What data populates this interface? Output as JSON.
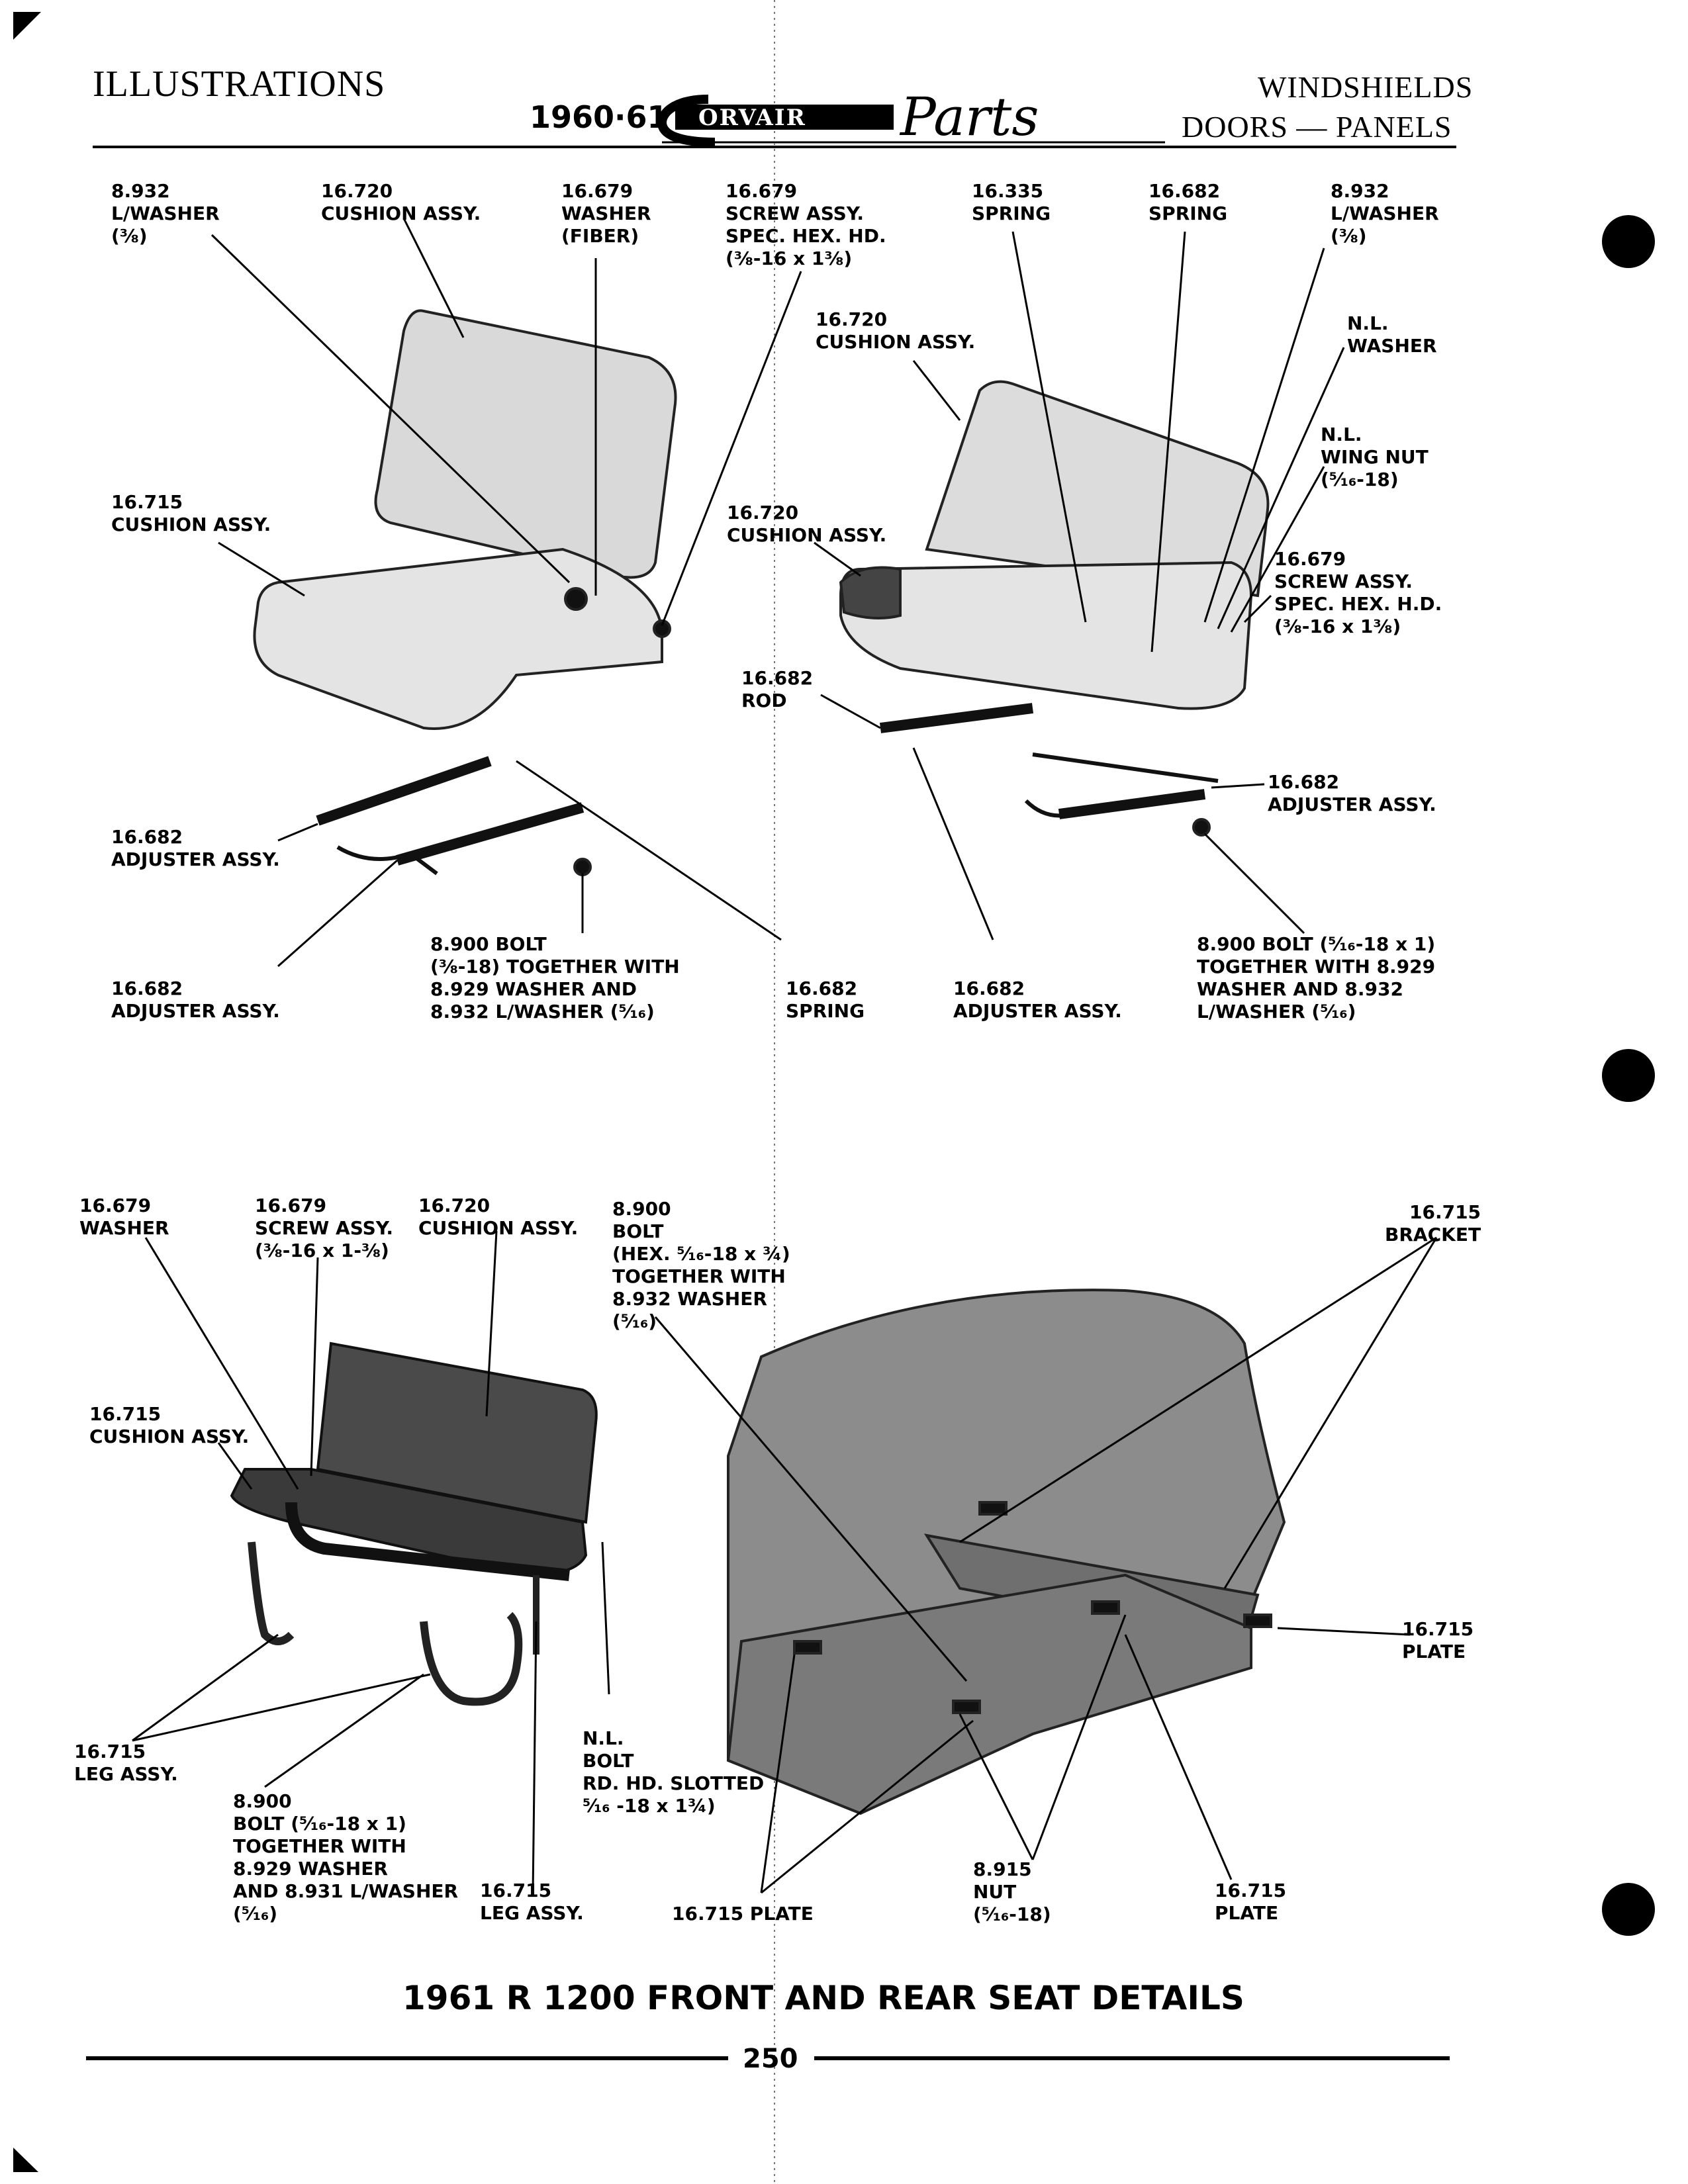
{
  "header": {
    "section": "ILLUSTRATIONS",
    "year": "1960·61",
    "brand": "ORVAIR",
    "brand_script": "Parts",
    "topic_line1": "WINDSHIELDS",
    "topic_line2": "DOORS — PANELS"
  },
  "labels": {
    "a": [
      "8.932",
      "L/WASHER",
      "(⅜)"
    ],
    "b": [
      "16.720",
      "CUSHION ASSY."
    ],
    "c": [
      "16.679",
      "WASHER",
      "(FIBER)"
    ],
    "d": [
      "16.679",
      "SCREW ASSY.",
      "SPEC. HEX. HD.",
      "(⅜-16 x 1⅜)"
    ],
    "e": [
      "16.335",
      "SPRING"
    ],
    "f": [
      "16.682",
      "SPRING"
    ],
    "g": [
      "8.932",
      "L/WASHER",
      "(⅜)"
    ],
    "h": [
      "16.720",
      "CUSHION ASSY."
    ],
    "i": [
      "N.L.",
      "WASHER"
    ],
    "j": [
      "N.L.",
      "WING NUT",
      "(⁵⁄₁₆-18)"
    ],
    "k": [
      "16.715",
      "CUSHION ASSY."
    ],
    "l": [
      "16.720",
      "CUSHION ASSY."
    ],
    "m": [
      "16.679",
      "SCREW ASSY.",
      "SPEC. HEX. H.D.",
      "(⅜-16 x 1⅜)"
    ],
    "n": [
      "16.682",
      "ROD"
    ],
    "o": [
      "16.682",
      "ADJUSTER ASSY."
    ],
    "p": [
      "16.682",
      "ADJUSTER ASSY."
    ],
    "q": [
      "8.900 BOLT",
      "(⅜-18) TOGETHER WITH",
      "8.929 WASHER AND",
      "8.932 L/WASHER (⁵⁄₁₆)"
    ],
    "r": [
      "16.682",
      "ADJUSTER ASSY."
    ],
    "s": [
      "16.682",
      "SPRING"
    ],
    "t": [
      "16.682",
      "ADJUSTER ASSY."
    ],
    "u": [
      "8.900 BOLT (⁵⁄₁₆-18 x 1)",
      "TOGETHER WITH 8.929",
      "WASHER AND 8.932",
      "L/WASHER (⁵⁄₁₆)"
    ],
    "v": [
      "16.679",
      "WASHER"
    ],
    "w": [
      "16.679",
      "SCREW ASSY.",
      "(⅜-16 x 1-⅜)"
    ],
    "x": [
      "16.720",
      "CUSHION ASSY."
    ],
    "y": [
      "8.900",
      "BOLT",
      "(HEX. ⁵⁄₁₆-18 x ¾)",
      "TOGETHER WITH",
      "8.932 WASHER",
      "(⁵⁄₁₆)"
    ],
    "z": [
      "16.715",
      "BRACKET"
    ],
    "aa": [
      "16.715",
      "CUSHION ASSY."
    ],
    "ab": [
      "16.715",
      "PLATE"
    ],
    "ac": [
      "16.715",
      "LEG ASSY."
    ],
    "ad": [
      "N.L.",
      "BOLT",
      "RD. HD. SLOTTED",
      "⁵⁄₁₆ -18 x 1¾)"
    ],
    "ae": [
      "8.900",
      "BOLT (⁵⁄₁₆-18 x 1)",
      "TOGETHER WITH",
      "8.929 WASHER",
      "AND 8.931 L/WASHER",
      "(⁵⁄₁₆)"
    ],
    "af": [
      "16.715",
      "LEG ASSY."
    ],
    "ag": [
      "16.715 PLATE"
    ],
    "ah": [
      "8.915",
      "NUT",
      "(⁵⁄₁₆-18)"
    ],
    "ai": [
      "16.715",
      "PLATE"
    ]
  },
  "caption": "1961 R 1200 FRONT AND REAR SEAT DETAILS",
  "page_number": "250"
}
